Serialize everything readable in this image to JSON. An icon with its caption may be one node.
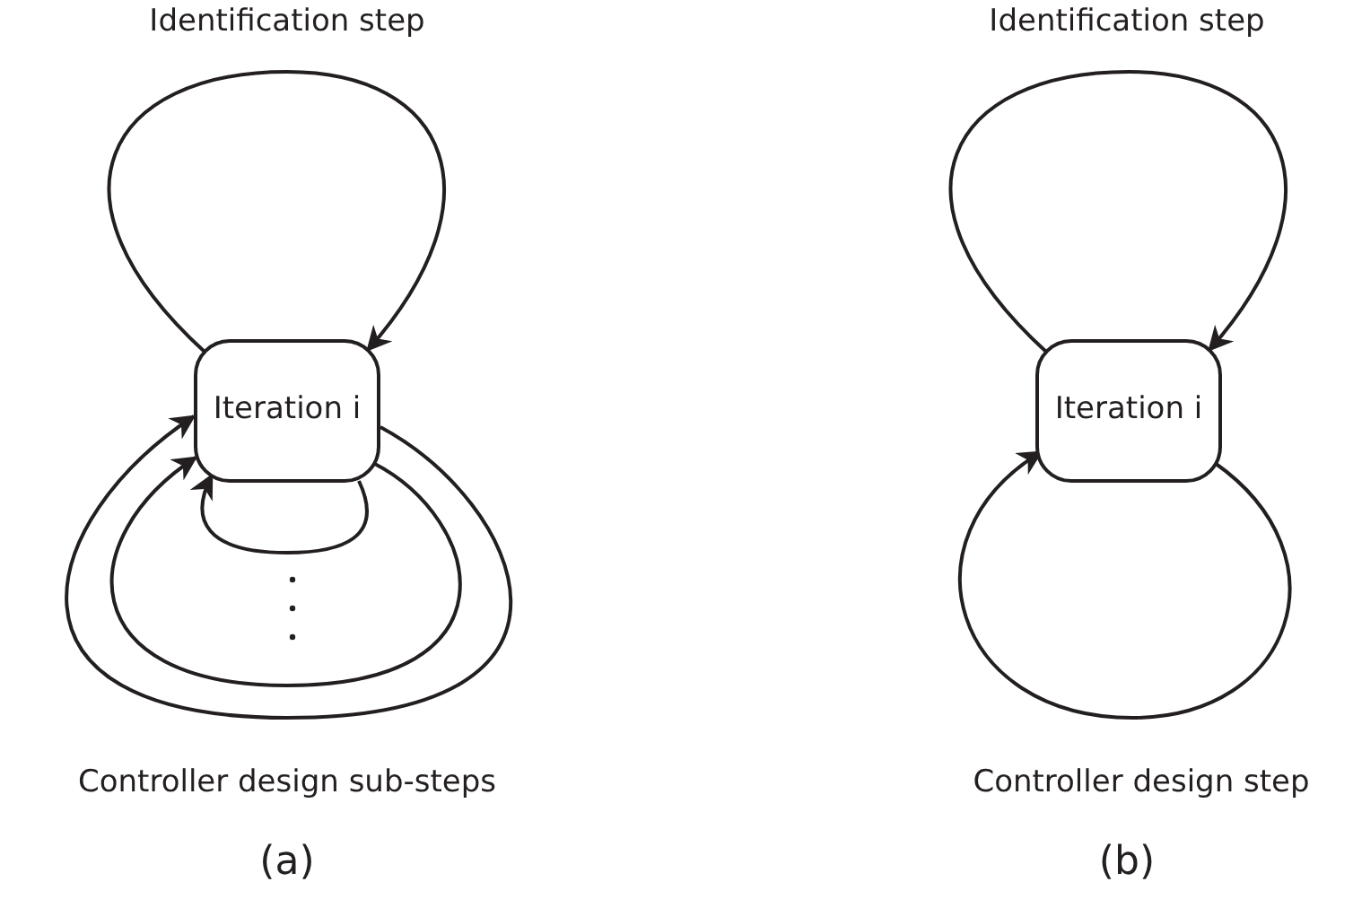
{
  "diagram": {
    "nodes": [
      {
        "text": [
          "Iteration i"
        ]
      },
      {
        "text": [
          "Iteration i"
        ]
      }
    ],
    "edges": [
      {
        "from": 0,
        "to": 0,
        "arrow": "to"
      },
      {
        "from": 0,
        "to": 0,
        "arrow": "to"
      },
      {
        "from": 0,
        "to": 0,
        "arrow": "to"
      },
      {
        "from": 0,
        "to": 0,
        "arrow": "to"
      },
      {
        "from": 1,
        "to": 1,
        "arrow": "to"
      },
      {
        "from": 1,
        "to": 1,
        "arrow": "to"
      }
    ],
    "labels": [
      "Identification step",
      "Identification step",
      "Controller design sub-steps",
      "Controller design step",
      "(a)",
      "(b)"
    ]
  }
}
